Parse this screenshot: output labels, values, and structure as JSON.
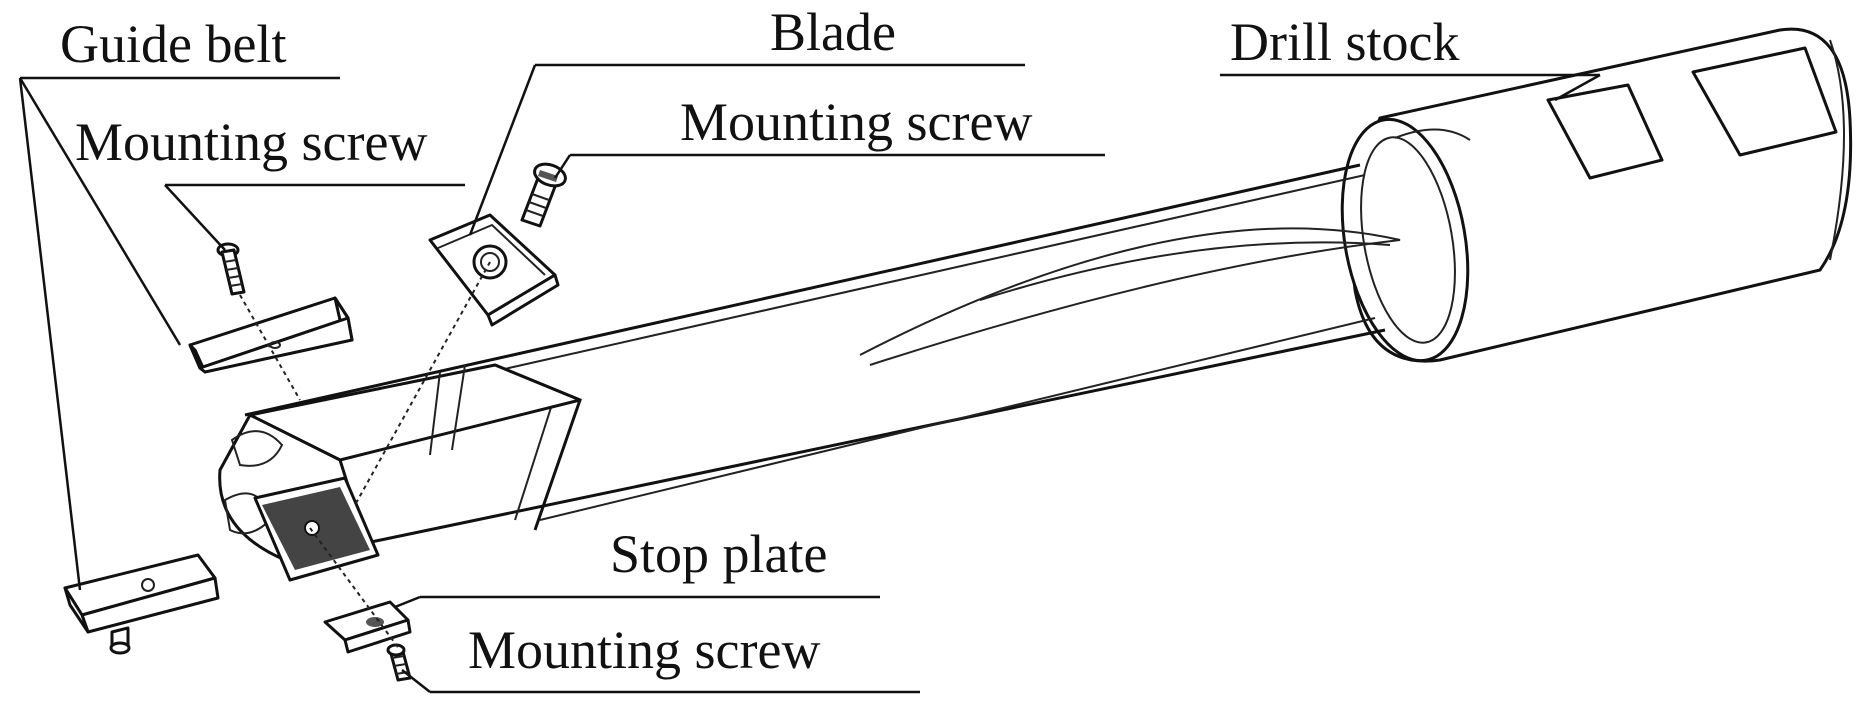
{
  "labels": {
    "guide_belt": "Guide belt",
    "mounting_screw_left": "Mounting screw",
    "blade": "Blade",
    "mounting_screw_top": "Mounting screw",
    "drill_stock": "Drill stock",
    "stop_plate": "Stop plate",
    "mounting_screw_bottom": "Mounting screw"
  }
}
